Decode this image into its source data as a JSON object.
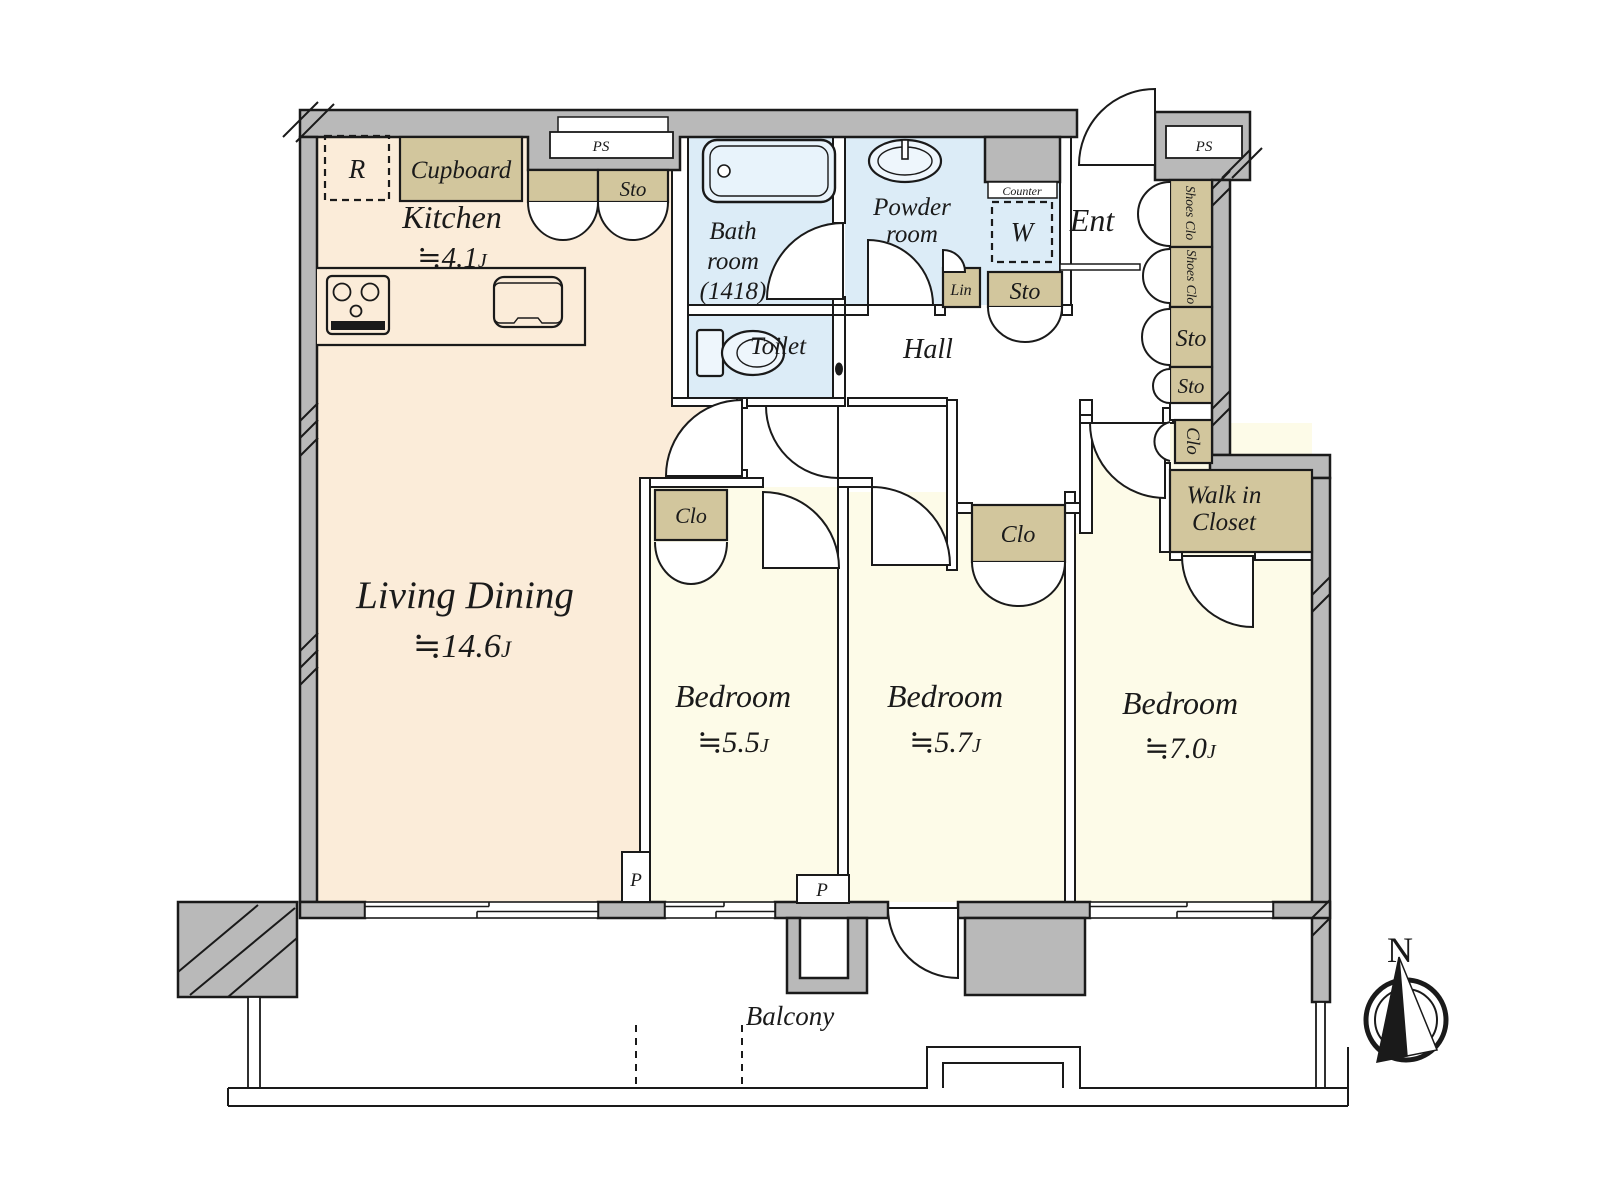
{
  "title": "3LDK Apartment Floor Plan",
  "colors": {
    "room_warm": "#fbecd9",
    "room_ivory": "#fdfbe8",
    "room_wet": "#dcecf7",
    "fixture_wet": "#e8f3fb",
    "storage_tan": "#d2c69d",
    "wall_gray": "#b9b9b9",
    "line": "#1a1a1a"
  },
  "rooms": {
    "kitchen": {
      "name": "Kitchen",
      "size": "≒4.1",
      "unit": "J"
    },
    "living": {
      "name": "Living Dining",
      "size": "≒14.6",
      "unit": "J"
    },
    "bath": {
      "line1": "Bath",
      "line2": "room",
      "line3": "(1418)"
    },
    "powder": {
      "line1": "Powder",
      "line2": "room"
    },
    "toilet": {
      "name": "Toilet"
    },
    "hall": {
      "name": "Hall"
    },
    "ent": {
      "name": "Ent"
    },
    "bedroom1": {
      "name": "Bedroom",
      "size": "≒5.5",
      "unit": "J"
    },
    "bedroom2": {
      "name": "Bedroom",
      "size": "≒5.7",
      "unit": "J"
    },
    "bedroom3": {
      "name": "Bedroom",
      "size": "≒7.0",
      "unit": "J"
    },
    "wic": {
      "line1": "Walk in",
      "line2": "Closet"
    },
    "balcony": {
      "name": "Balcony"
    }
  },
  "storage": {
    "cupboard": "Cupboard",
    "sto": "Sto",
    "clo": "Clo",
    "shoes_clo": "Shoes Clo",
    "lin": "Lin"
  },
  "fixtures": {
    "fridge": "R",
    "washer": "W",
    "counter": "Counter",
    "ps": "PS",
    "pillar": "P"
  },
  "compass": {
    "north": "N"
  }
}
